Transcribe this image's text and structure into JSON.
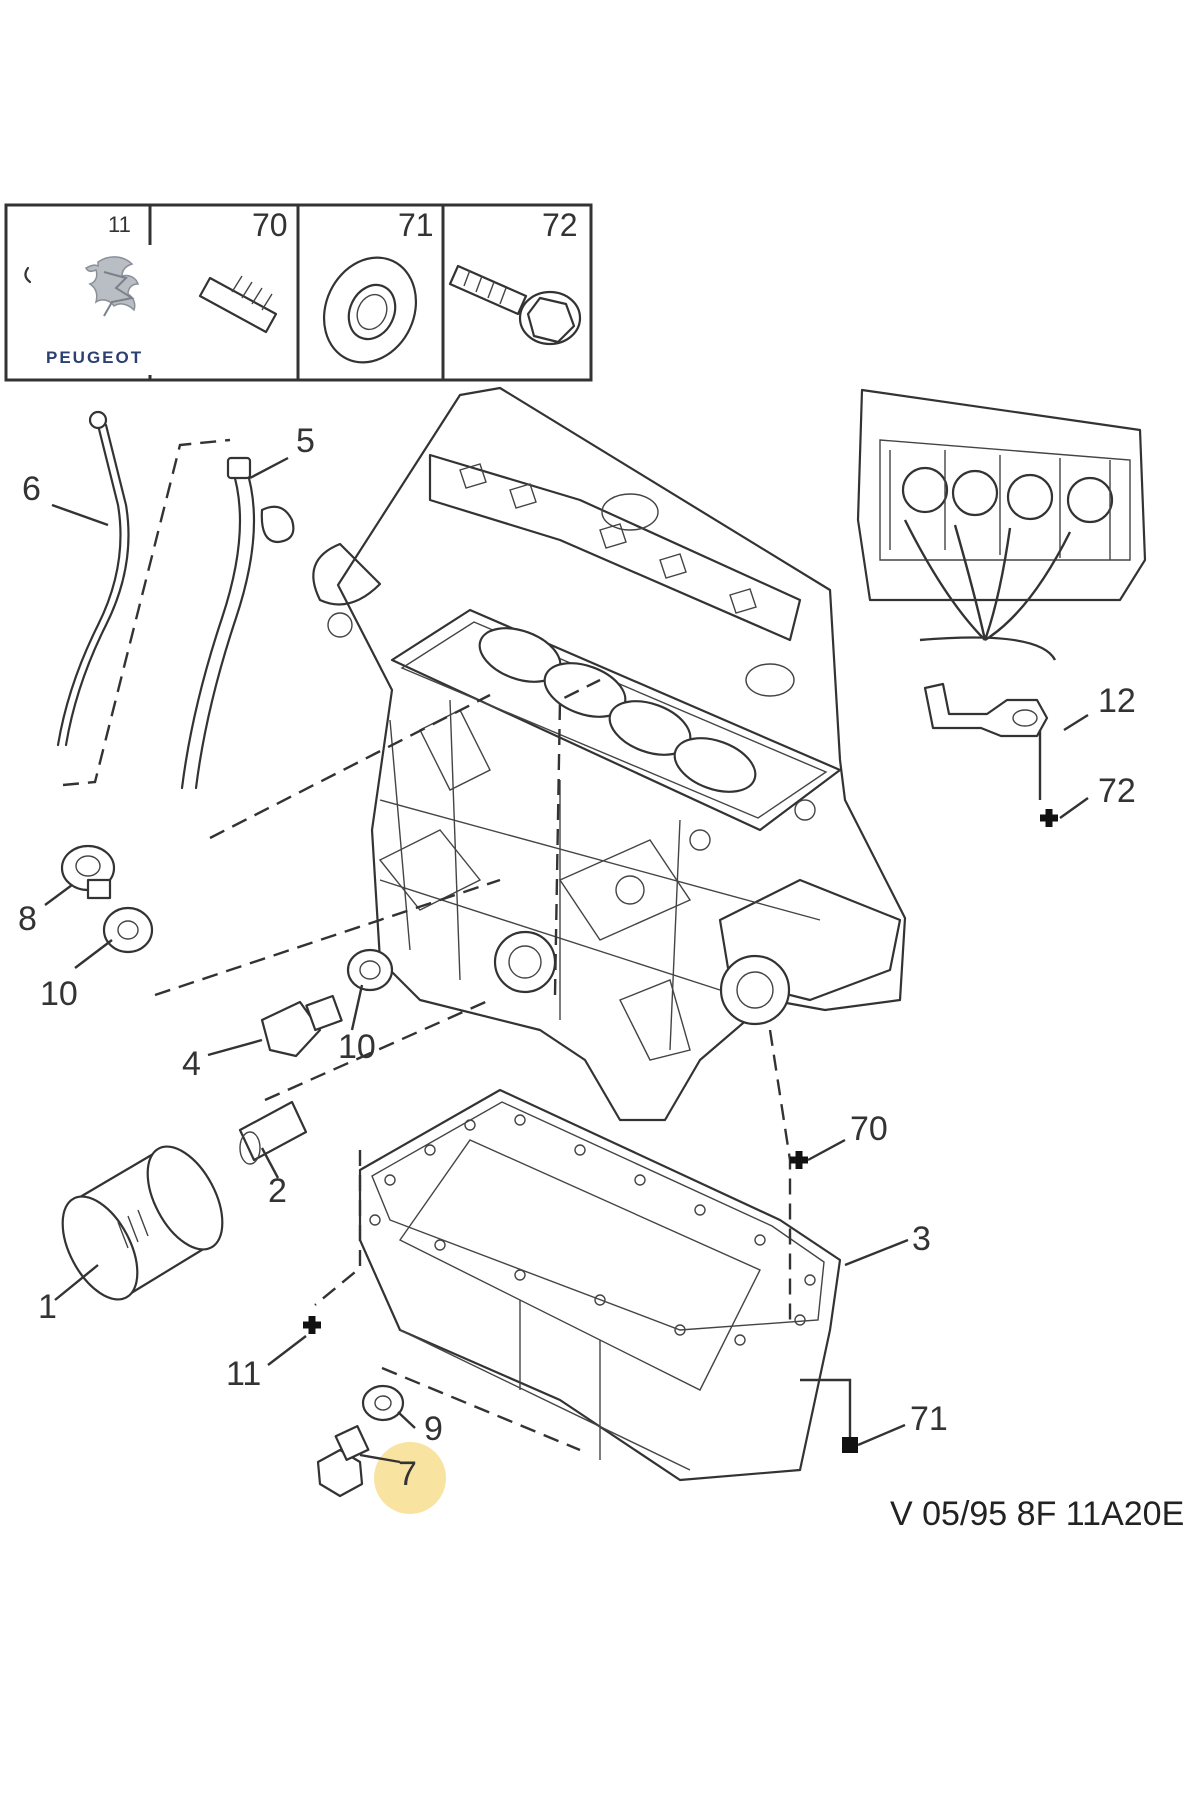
{
  "legend": {
    "items": [
      {
        "ref": "11",
        "description": "PEUGEOT"
      },
      {
        "ref": "70"
      },
      {
        "ref": "71"
      },
      {
        "ref": "72"
      }
    ]
  },
  "brand": {
    "name": "PEUGEOT"
  },
  "callouts": {
    "c1": "1",
    "c2": "2",
    "c3": "3",
    "c4": "4",
    "c5": "5",
    "c6": "6",
    "c7": "7",
    "c8": "8",
    "c9": "9",
    "c10a": "10",
    "c10b": "10",
    "c11": "11",
    "c12": "12",
    "c70": "70",
    "c71": "71",
    "c72": "72"
  },
  "reference_code": "V 05/95 8F 11A20E",
  "colors": {
    "line": "#333333",
    "highlight": "#f6dc8a",
    "brand": "#2b3f70"
  }
}
